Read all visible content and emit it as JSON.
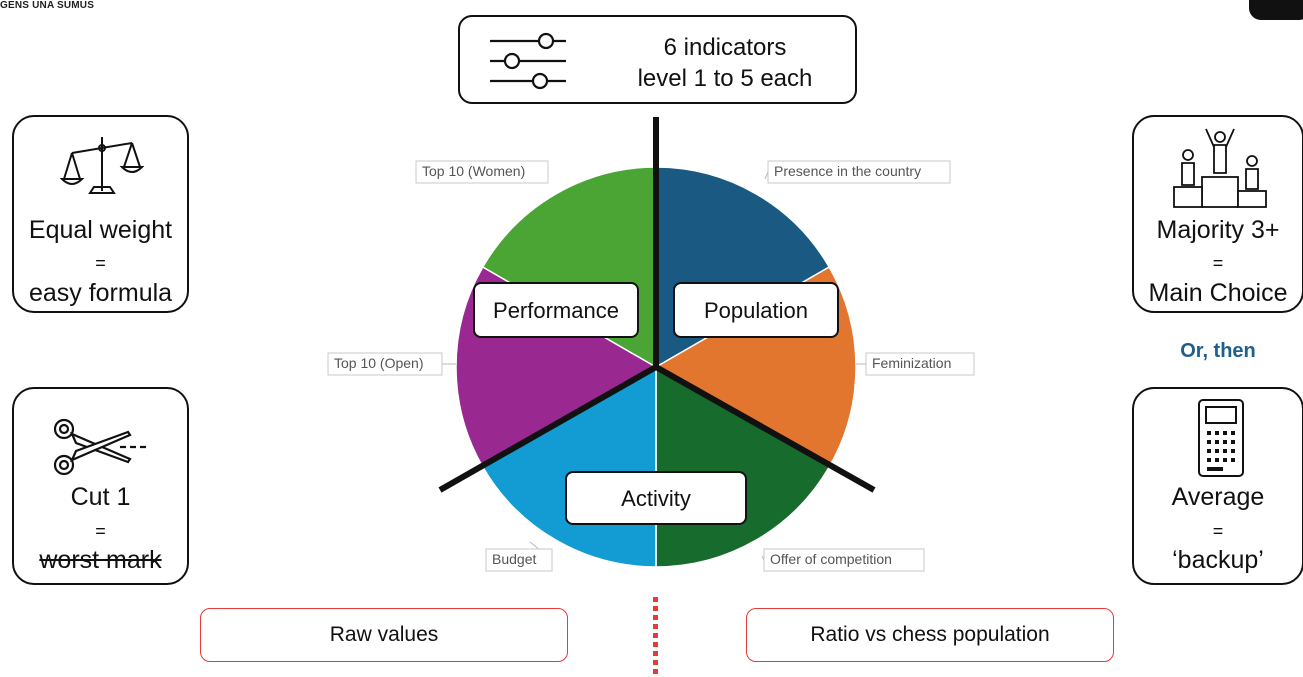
{
  "logo": {
    "text": "GENS UNA SUMUS"
  },
  "header": {
    "line1": "6 indicators",
    "line2": "level 1 to 5 each"
  },
  "left_panels": {
    "weight": {
      "line1": "Equal weight",
      "line2": "=",
      "line3": "easy formula",
      "icon": "scales-icon"
    },
    "cut": {
      "line1": "Cut 1",
      "line2": "=",
      "line3": "worst mark",
      "icon": "scissors-icon"
    }
  },
  "right_panels": {
    "majority": {
      "line1": "Majority 3+",
      "line2": "=",
      "line3": "Main Choice",
      "icon": "podium-icon"
    },
    "connector": "Or, then",
    "average": {
      "line1": "Average",
      "line2": "=",
      "line3": "‘backup’",
      "icon": "calculator-icon"
    }
  },
  "pie": {
    "slices": [
      {
        "label": "Presence in the country",
        "value": 1,
        "color": "#1a5a82"
      },
      {
        "label": "Feminization",
        "value": 1,
        "color": "#e3762f"
      },
      {
        "label": "Offer of competition",
        "value": 1,
        "color": "#176b2c"
      },
      {
        "label": "Budget",
        "value": 1,
        "color": "#139bd3"
      },
      {
        "label": "Top 10 (Open)",
        "value": 1,
        "color": "#9a2891"
      },
      {
        "label": "Top 10 (Women)",
        "value": 1,
        "color": "#4aa534"
      }
    ],
    "groups": {
      "performance": "Performance",
      "population": "Population",
      "activity": "Activity"
    }
  },
  "footer": {
    "raw": "Raw values",
    "ratio": "Ratio vs chess population"
  }
}
